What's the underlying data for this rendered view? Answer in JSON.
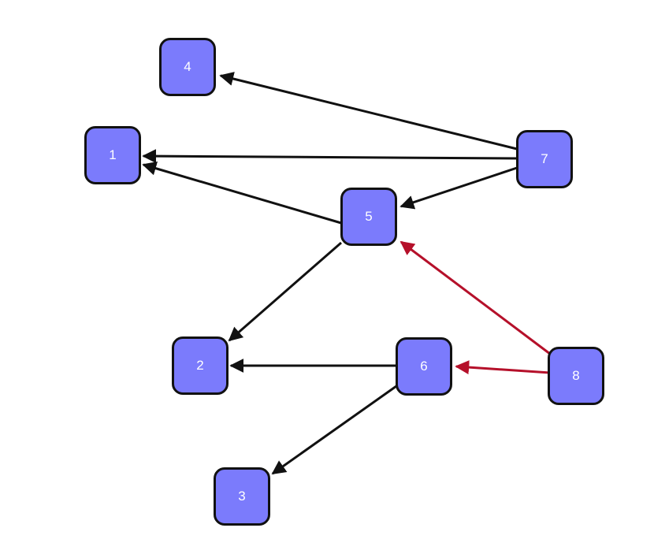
{
  "colors": {
    "node_fill": "#7b7bfc",
    "node_border": "#111111",
    "edge_default": "#111111",
    "edge_highlight": "#b5102a"
  },
  "nodes": [
    {
      "id": "4",
      "label": "4"
    },
    {
      "id": "1",
      "label": "1"
    },
    {
      "id": "7",
      "label": "7"
    },
    {
      "id": "5",
      "label": "5"
    },
    {
      "id": "2",
      "label": "2"
    },
    {
      "id": "6",
      "label": "6"
    },
    {
      "id": "8",
      "label": "8"
    },
    {
      "id": "3",
      "label": "3"
    }
  ],
  "edges": [
    {
      "from": "7",
      "to": "4",
      "highlight": false
    },
    {
      "from": "7",
      "to": "1",
      "highlight": false
    },
    {
      "from": "7",
      "to": "5",
      "highlight": false
    },
    {
      "from": "5",
      "to": "1",
      "highlight": false
    },
    {
      "from": "5",
      "to": "2",
      "highlight": false
    },
    {
      "from": "6",
      "to": "2",
      "highlight": false
    },
    {
      "from": "6",
      "to": "3",
      "highlight": false
    },
    {
      "from": "8",
      "to": "5",
      "highlight": true
    },
    {
      "from": "8",
      "to": "6",
      "highlight": true
    }
  ]
}
